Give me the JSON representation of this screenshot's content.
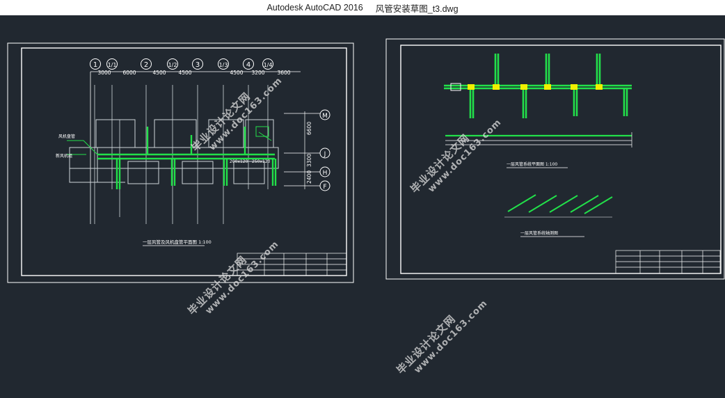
{
  "window": {
    "app_title": "Autodesk AutoCAD 2016",
    "file_name": "风管安装草图_t3.dwg"
  },
  "left_sheet": {
    "grid_bubbles": [
      "1",
      "1/1",
      "2",
      "1/2",
      "3",
      "1/3",
      "4",
      "1/4"
    ],
    "grid_dimensions": [
      "3000",
      "6000",
      "4500",
      "4500",
      "4500",
      "3200",
      "3600"
    ],
    "row_bubbles": [
      "M",
      "J",
      "H",
      "F"
    ],
    "row_dimensions": [
      "6600",
      "3300",
      "2400"
    ],
    "duct_sizes": [
      "200x120",
      "250x120"
    ],
    "drawing_caption": "一层风管及风机盘管平面图 1:100",
    "scale_label": "1:100"
  },
  "right_sheet": {
    "drawing_caption_1": "一层风管系统平面图 1:100",
    "drawing_caption_2": "一层风管系统轴测图",
    "scale_label": "1:100"
  },
  "watermark": {
    "text_cn": "毕业设计论文网",
    "text_url": "www.doc163.com"
  },
  "colors": {
    "background": "#212830",
    "frame": "#ffffff",
    "duct": "#22e04a",
    "highlight": "#f0f000"
  }
}
